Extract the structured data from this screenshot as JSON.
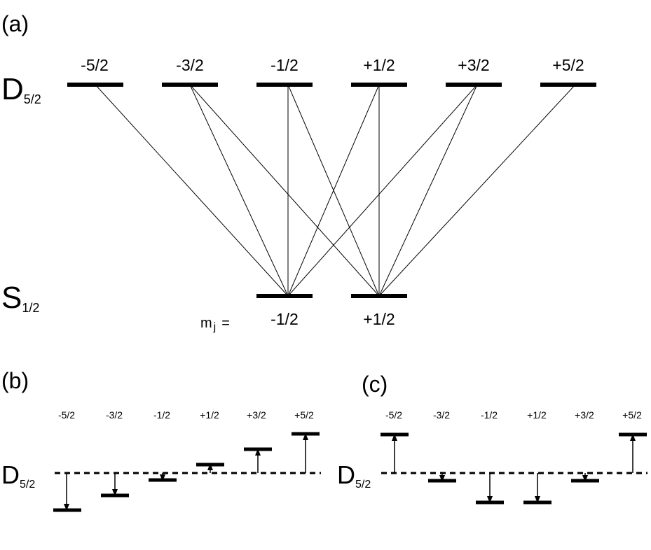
{
  "panels": {
    "a": {
      "label": "(a)",
      "upper_state": {
        "main": "D",
        "sub": "5/2"
      },
      "lower_state": {
        "main": "S",
        "sub": "1/2"
      },
      "upper_mj": [
        "-5/2",
        "-3/2",
        "-1/2",
        "+1/2",
        "+3/2",
        "+5/2"
      ],
      "lower_mj": [
        "-1/2",
        "+1/2"
      ],
      "mj_prefix": {
        "main": "m",
        "sub": "j",
        "eq": "="
      }
    },
    "b": {
      "label": "(b)",
      "state": {
        "main": "D",
        "sub": "5/2"
      },
      "mj": [
        "-5/2",
        "-3/2",
        "-1/2",
        "+1/2",
        "+3/2",
        "+5/2"
      ]
    },
    "c": {
      "label": "(c)",
      "state": {
        "main": "D",
        "sub": "5/2"
      },
      "mj": [
        "-5/2",
        "-3/2",
        "-1/2",
        "+1/2",
        "+3/2",
        "+5/2"
      ]
    }
  },
  "colors": {
    "line": "#000000",
    "background": "#ffffff"
  }
}
